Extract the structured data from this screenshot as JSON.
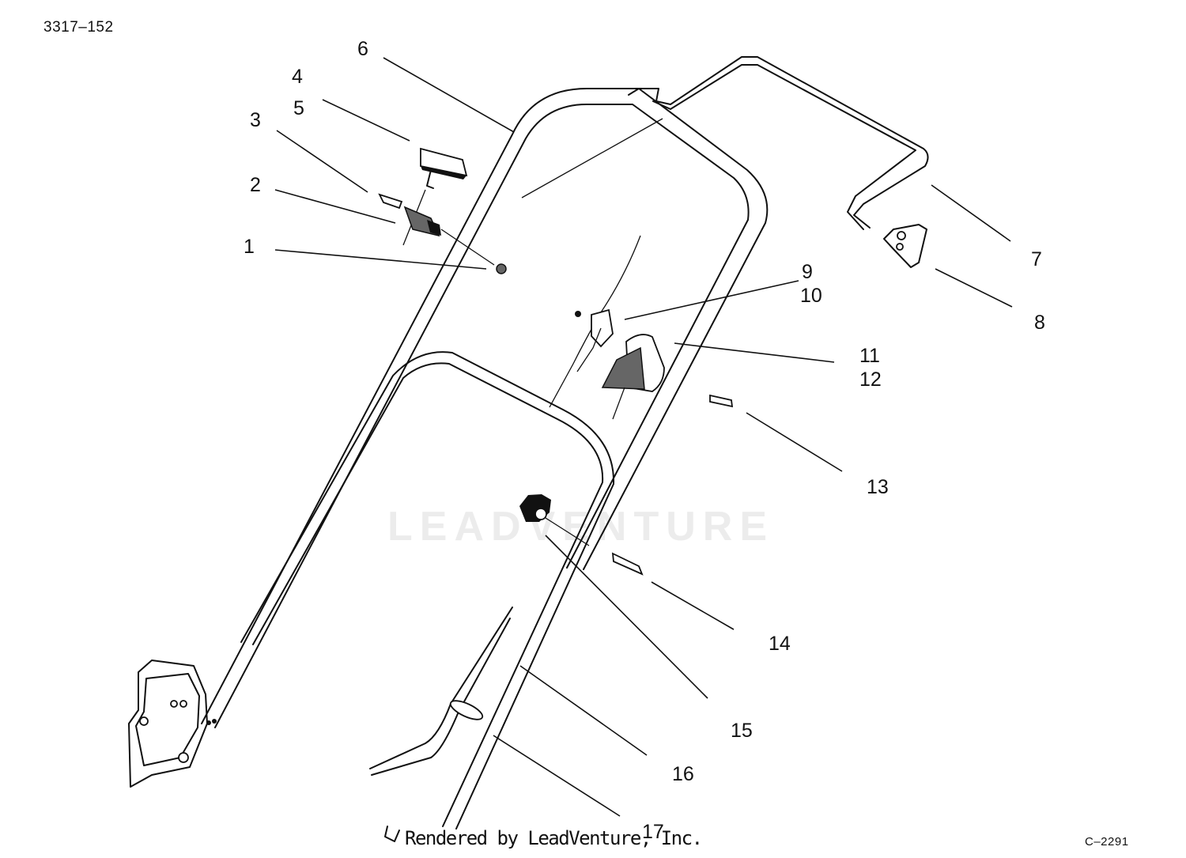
{
  "drawing_code": "3317–152",
  "sheet_code": "C–2291",
  "watermark": "LEADVENTURE",
  "footer": "Rendered by LeadVenture, Inc.",
  "callouts": [
    "1",
    "2",
    "3",
    "4",
    "5",
    "6",
    "7",
    "8",
    "9",
    "10",
    "11",
    "12",
    "13",
    "14",
    "15",
    "16",
    "17"
  ]
}
